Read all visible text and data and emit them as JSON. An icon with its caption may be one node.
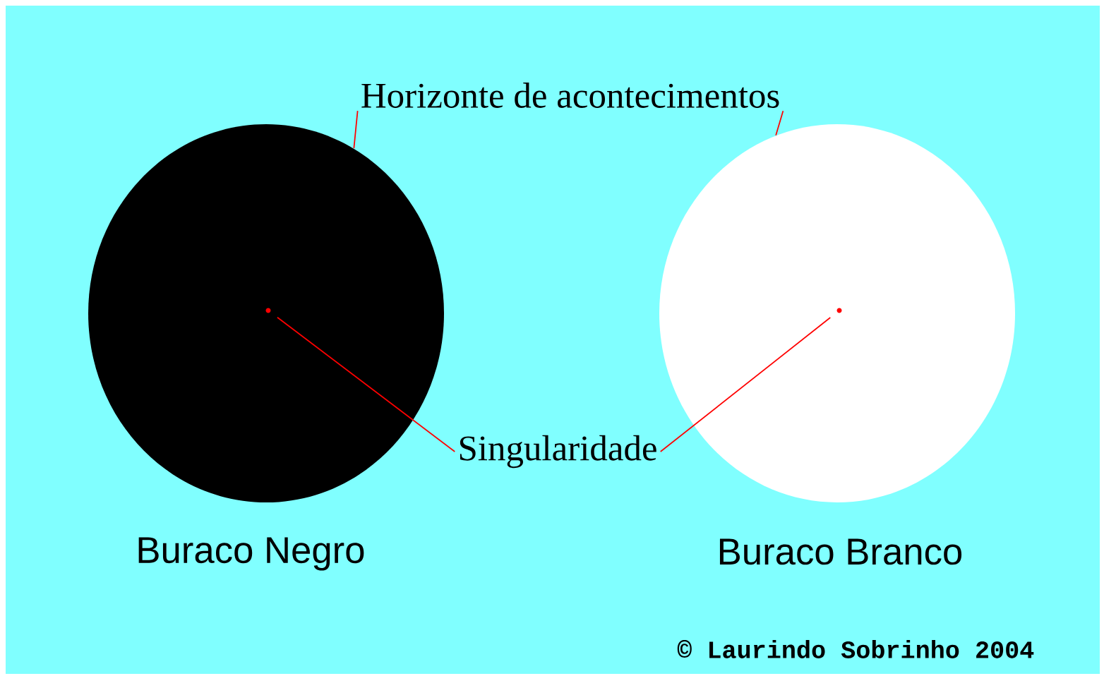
{
  "diagram": {
    "nodes": [
      {
        "text": [
          "Horizonte de acontecimentos"
        ]
      },
      {
        "text": [
          "Buraco Negro"
        ]
      },
      {
        "text": [],
        "shape": "circle",
        "in": 1
      },
      {
        "text": [
          "Singularidade"
        ]
      },
      {
        "text": [
          "Buraco Branco"
        ]
      },
      {
        "text": [],
        "shape": "circle",
        "in": 4
      }
    ],
    "edges": [
      {
        "from": 0,
        "to": 1,
        "arrow": "none"
      },
      {
        "from": 0,
        "to": 4,
        "arrow": "none"
      },
      {
        "from": 3,
        "to": 2,
        "arrow": "none"
      },
      {
        "from": 3,
        "to": 5,
        "arrow": "none"
      }
    ],
    "labels": [
      "© Laurindo Sobrinho 2004"
    ]
  }
}
